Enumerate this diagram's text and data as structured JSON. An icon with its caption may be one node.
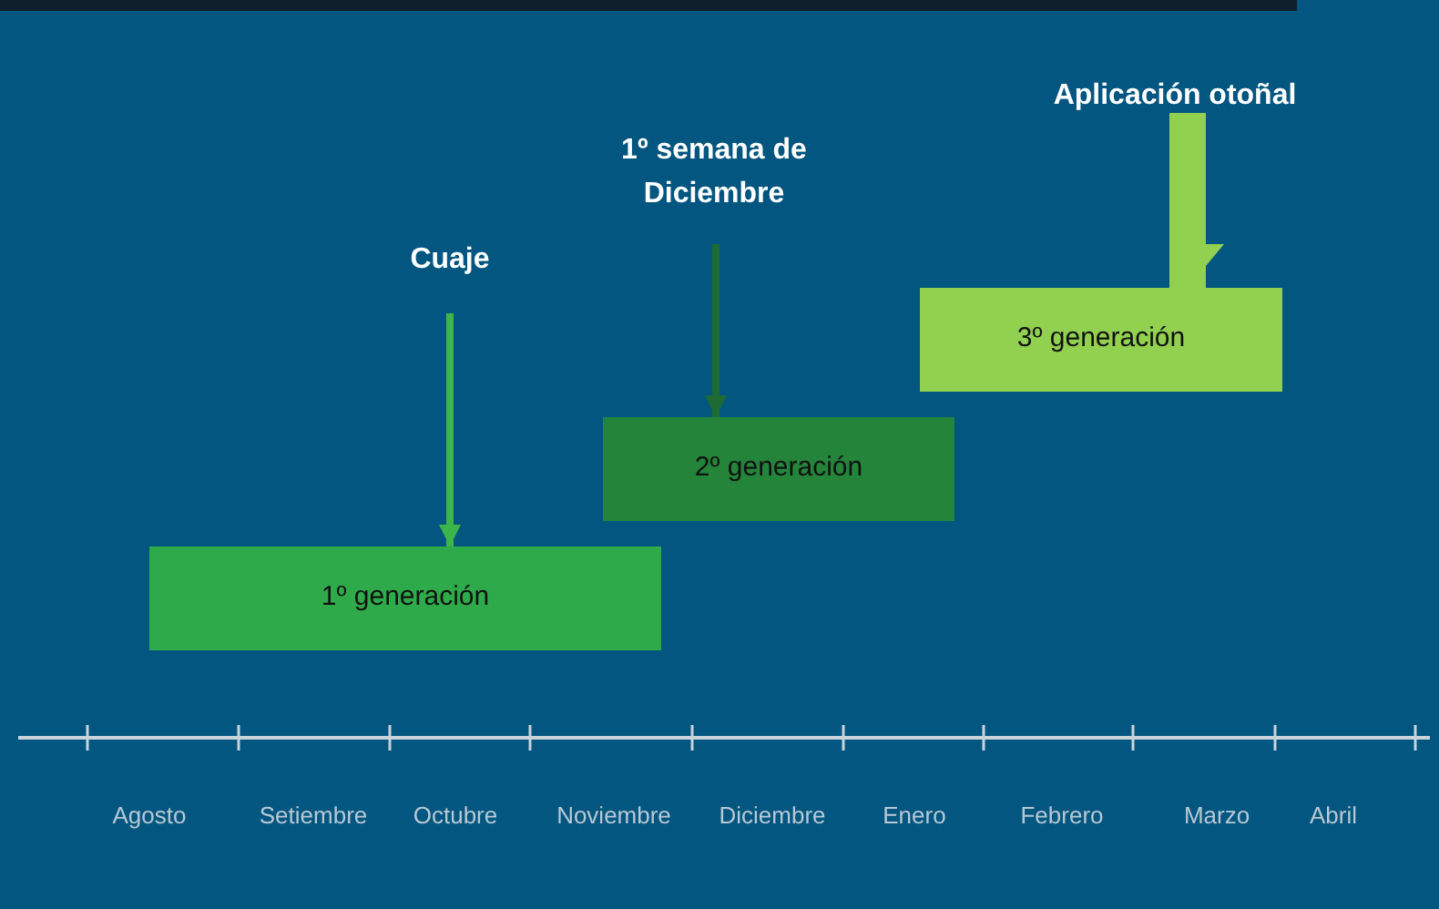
{
  "diagram": {
    "nodes": [
      {
        "text": [
          "Cuaje"
        ]
      },
      {
        "text": [
          "1º semana de Diciembre"
        ]
      },
      {
        "text": [
          "Aplicación otoñal"
        ]
      },
      {
        "text": [
          "1º generación"
        ]
      },
      {
        "text": [
          "2º generación"
        ]
      },
      {
        "text": [
          "3º generación"
        ]
      }
    ],
    "edges": [
      {
        "from": 0,
        "to": 3,
        "arrow": "to",
        "color": "#3cb54a"
      },
      {
        "from": 1,
        "to": 4,
        "arrow": "to",
        "color": "#1d6b33"
      },
      {
        "from": 2,
        "to": 5,
        "arrow": "to",
        "style": "thick",
        "color": "#92d050"
      }
    ],
    "labels": [
      "Agosto",
      "Setiembre",
      "Octubre",
      "Noviembre",
      "Diciembre",
      "Enero",
      "Febrero",
      "Marzo",
      "Abril"
    ]
  }
}
